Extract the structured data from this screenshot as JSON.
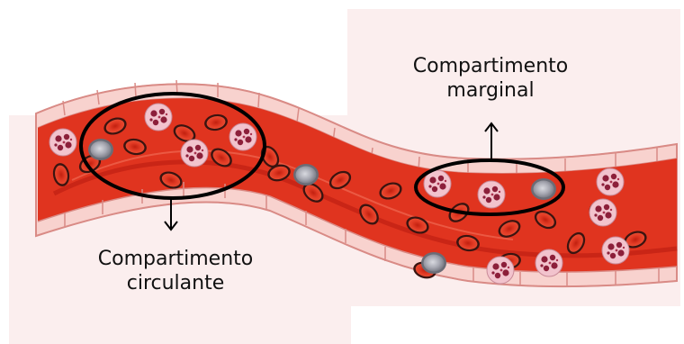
{
  "labels": {
    "circulating_line1": "Compartimento",
    "circulating_line2": "circulante",
    "marginal_line1": "Compartimento",
    "marginal_line2": "marginal"
  },
  "colors": {
    "panel_background": "#fbeeee",
    "vessel_wall": "#f6c6c2",
    "vessel_wall_stroke": "#d98b86",
    "blood": "#e0341f",
    "blood_dark": "#b71a0f",
    "red_cell": "#d8321e",
    "red_cell_rim": "#4a1410",
    "neutrophil": "#f4c7d0",
    "neutrophil_nucleus": "#8c1f3a",
    "monocyte": "#9fa0a8",
    "ellipse_stroke": "#000000"
  },
  "icons": [
    "arrow-down-icon",
    "arrow-up-icon"
  ]
}
